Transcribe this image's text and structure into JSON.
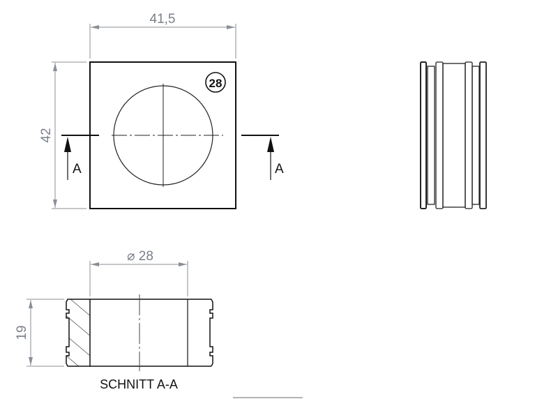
{
  "drawing": {
    "front_view": {
      "width_dimension": "41,5",
      "height_dimension": "42",
      "size_badge": "28",
      "section_marker_left": "A",
      "section_marker_right": "A"
    },
    "section_view": {
      "diameter_dimension": "⌀ 28",
      "height_dimension": "19",
      "title": "SCHNITT A-A"
    },
    "side_view": {}
  },
  "colors": {
    "outline": "#111111",
    "dimension": "#8a8f96",
    "background": "#ffffff"
  }
}
